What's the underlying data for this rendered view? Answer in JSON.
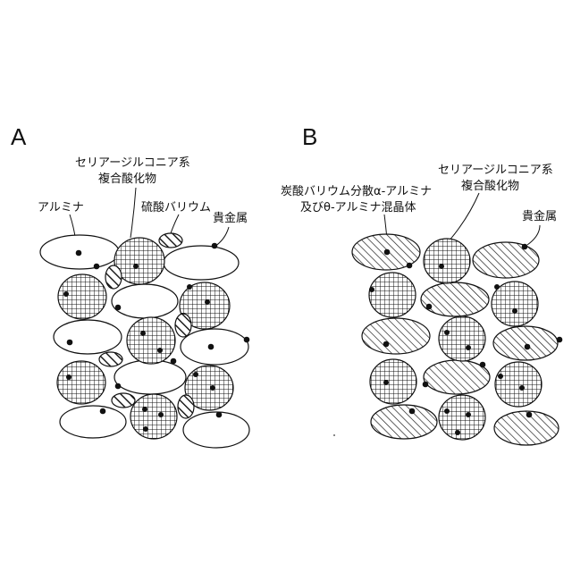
{
  "panels": {
    "a": {
      "letter": "A",
      "labels": {
        "alumina": "アルミナ",
        "ceria_line1": "セリアージルコニア系",
        "ceria_line2": "複合酸化物",
        "barium_sulfate": "硫酸バリウム",
        "noble_metal": "貴金属"
      }
    },
    "b": {
      "letter": "B",
      "labels": {
        "composite_line1": "炭酸バリウム分散α-アルミナ",
        "composite_line2": "及びθ-アルミナ混晶体",
        "ceria_line1": "セリアージルコニア系",
        "ceria_line2": "複合酸化物",
        "noble_metal": "貴金属"
      }
    }
  }
}
